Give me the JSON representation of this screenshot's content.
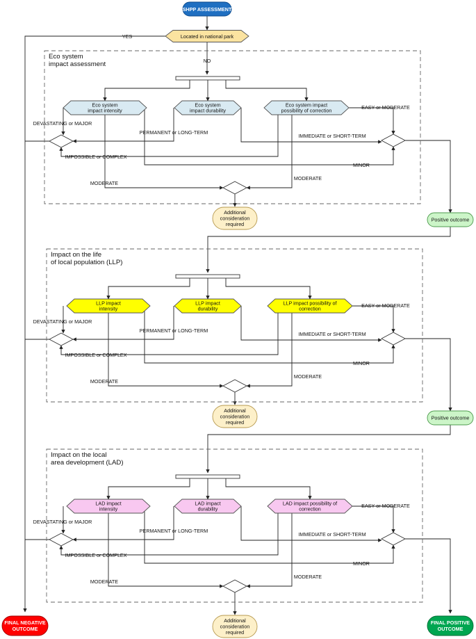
{
  "start": "SHPP ASSESSMENT",
  "decision_park": "Located in national park",
  "yes_label": "YES",
  "no_label": "NO",
  "final_negative": [
    "FINAL NEGATIVE",
    "OUTCOME"
  ],
  "final_positive": [
    "FINAL POSITIVE",
    "OUTCOME"
  ],
  "colors": {
    "start_fill": "#1f6fc1",
    "decision_fill": "#fbe3a0",
    "eco_fill": "#d9eaf2",
    "llp_fill": "#ffff00",
    "lad_fill": "#f8c8f0",
    "positive_fill": "#ccf5c8",
    "additional_fill": "#fdf0c9",
    "final_negative_fill": "#ff0000",
    "final_positive_fill": "#00a651"
  },
  "groups": [
    {
      "title": [
        "Eco system",
        "impact assessment"
      ],
      "theme": "eco",
      "nodes": {
        "intensity": [
          "Eco system",
          "impact intensity"
        ],
        "durability": [
          "Eco system",
          "impact durability"
        ],
        "correction": [
          "Eco system impact",
          "possibility of correction"
        ]
      },
      "labels": {
        "devastating": "DEVASTATING or MAJOR",
        "permanent": "PERMANENT or LONG-TERM",
        "impossible": "IMPOSSIBLE or COMPLEX",
        "easy": "EASY or MODERATE",
        "immediate": "IMMEDIATE or SHORT-TERM",
        "minor": "MINOR",
        "moderate_left": "MODERATE",
        "moderate_right": "MODERATE"
      },
      "additional": [
        "Additional",
        "consideration",
        "required"
      ],
      "positive": "Positive outcome"
    },
    {
      "title": [
        "Impact on the life",
        "of local population (LLP)"
      ],
      "theme": "llp",
      "nodes": {
        "intensity": [
          "LLP impact",
          "intensity"
        ],
        "durability": [
          "LLP impact",
          "durability"
        ],
        "correction": [
          "LLP impact possibility of",
          "correction"
        ]
      },
      "labels": {
        "devastating": "DEVASTATING or MAJOR",
        "permanent": "PERMANENT or LONG-TERM",
        "impossible": "IMPOSSIBLE or COMPLEX",
        "easy": "EASY or MODERATE",
        "immediate": "IMMEDIATE or SHORT-TERM",
        "minor": "MINOR",
        "moderate_left": "MODERATE",
        "moderate_right": "MODERATE"
      },
      "additional": [
        "Additional",
        "consideration",
        "required"
      ],
      "positive": "Positive outcome"
    },
    {
      "title": [
        "Impact on the local",
        "area development (LAD)"
      ],
      "theme": "lad",
      "nodes": {
        "intensity": [
          "LAD impact",
          "intensity"
        ],
        "durability": [
          "LAD impact",
          "durability"
        ],
        "correction": [
          "LAD impact possibility of",
          "correction"
        ]
      },
      "labels": {
        "devastating": "DEVASTATING or MAJOR",
        "permanent": "PERMANENT or LONG-TERM",
        "impossible": "IMPOSSIBLE or COMPLEX",
        "easy": "EASY or MODERATE",
        "immediate": "IMMEDIATE or SHORT-TERM",
        "minor": "MINOR",
        "moderate_left": "MODERATE",
        "moderate_right": "MODERATE"
      },
      "additional": [
        "Additional",
        "consideration",
        "required"
      ]
    }
  ]
}
